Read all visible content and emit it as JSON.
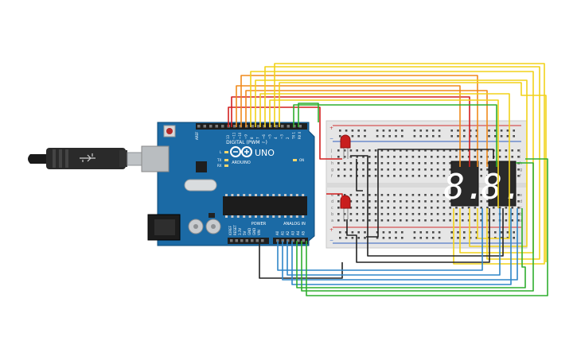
{
  "board": {
    "model": "UNO",
    "brand": "ARDUINO",
    "digital_label": "DIGITAL (PWM ~)",
    "power_label": "POWER",
    "analog_label": "ANALOG IN",
    "on_label": "ON",
    "l_label": "L",
    "tx_label": "TX",
    "rx_label": "RX",
    "ioref_label": "IOREF",
    "reset_label": "RESET",
    "v33_label": "3.3V",
    "v5_label": "5V",
    "gnd_label": "GND",
    "vin_label": "VIN",
    "aref_label": "AREF",
    "digital_pins": [
      "13",
      "~11",
      "~10",
      "~9",
      "8",
      "7",
      "~6",
      "~5",
      "4",
      "~3",
      "2",
      "TX 1",
      "RX 0"
    ],
    "analog_pins": [
      "A0",
      "A1",
      "A2",
      "A3",
      "A4",
      "A5"
    ]
  },
  "breadboard": {
    "row_letters_top": [
      "j",
      "i",
      "h",
      "g",
      "f"
    ],
    "row_letters_bottom": [
      "e",
      "d",
      "c",
      "b",
      "a"
    ],
    "plus": "+",
    "minus": "−"
  },
  "displays": {
    "left_digit": "8.",
    "right_digit": "8."
  },
  "colors": {
    "wire_red": "#d21f1f",
    "wire_orange": "#f08a1c",
    "wire_yellow": "#f2d21a",
    "wire_green": "#2fae2f",
    "wire_blue": "#2f86c8",
    "wire_black": "#222222",
    "board_blue": "#1b6aa5",
    "led_red": "#c81e1e"
  }
}
